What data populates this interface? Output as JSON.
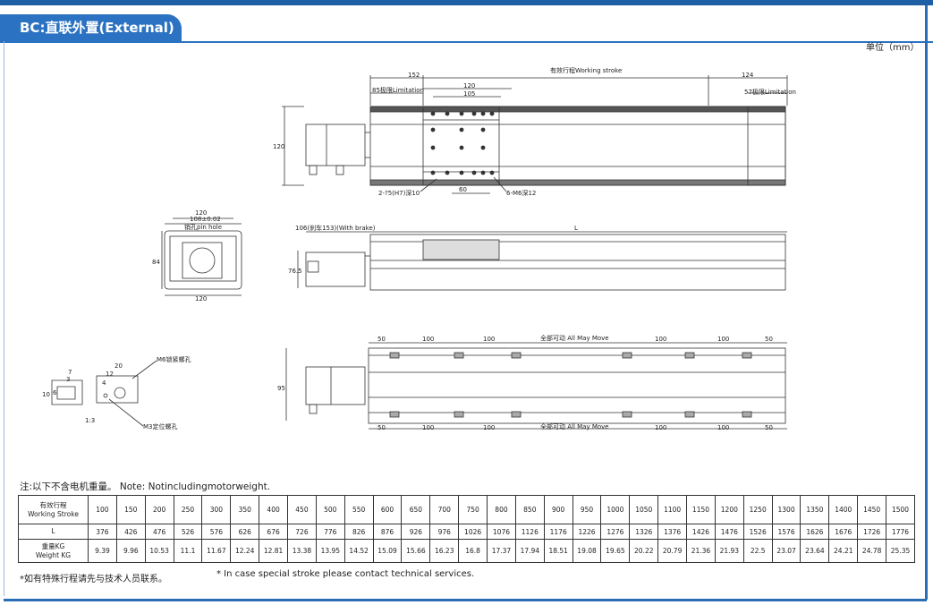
{
  "header": {
    "title": "BC:直联外置(External)"
  },
  "unit_label": "单位（mm）",
  "drawing": {
    "top_view": {
      "working_stroke": "有效行程Working stroke",
      "d152": "152",
      "d124": "124",
      "d120": "120",
      "d105": "105",
      "limit85": "85极限Limitation",
      "limit57": "57极限Limitation",
      "height120": "120",
      "d60": "60",
      "pin_hole": "2-?5(H7)深10",
      "tap_hole": "6-M6深12"
    },
    "end_view": {
      "w120_top": "120",
      "w108": "108±0.02",
      "pin_hole": "销孔pin hole",
      "h84": "84",
      "w120_bottom": "120"
    },
    "side_view": {
      "brake_label": "106(刹车153)(With brake)",
      "length_label": "L",
      "h76": "76.5"
    },
    "bottom_view": {
      "top_dims": [
        "50",
        "100",
        "100",
        "100",
        "100",
        "50"
      ],
      "bottom_dims": [
        "50",
        "100",
        "100",
        "100",
        "100",
        "50"
      ],
      "all_may_move_top": "全部可动 All May Move",
      "all_may_move_bottom": "全部可动 All May Move",
      "h95": "95"
    },
    "slot_detail": {
      "d7": "7",
      "d3": "3",
      "d10": "10",
      "d6": "6",
      "d20": "20",
      "d12": "12",
      "d4": "4",
      "scale": "1:3",
      "m6_label": "M6锁紧螺孔",
      "m3_label": "M3定位螺孔"
    }
  },
  "note_top": "注:以下不含电机重量。 Note: Notincludingmotorweight.",
  "table": {
    "row1_header": [
      "有效行程",
      "Working Stroke"
    ],
    "row2_header": "L",
    "row3_header": [
      "重量KG",
      "Weight KG"
    ],
    "stroke": [
      "100",
      "150",
      "200",
      "250",
      "300",
      "350",
      "400",
      "450",
      "500",
      "550",
      "600",
      "650",
      "700",
      "750",
      "800",
      "850",
      "900",
      "950",
      "1000",
      "1050",
      "1100",
      "1150",
      "1200",
      "1250",
      "1300",
      "1350",
      "1400",
      "1450",
      "1500"
    ],
    "L": [
      "376",
      "426",
      "476",
      "526",
      "576",
      "626",
      "676",
      "726",
      "776",
      "826",
      "876",
      "926",
      "976",
      "1026",
      "1076",
      "1126",
      "1176",
      "1226",
      "1276",
      "1326",
      "1376",
      "1426",
      "1476",
      "1526",
      "1576",
      "1626",
      "1676",
      "1726",
      "1776"
    ],
    "weight": [
      "9.39",
      "9.96",
      "10.53",
      "11.1",
      "11.67",
      "12.24",
      "12.81",
      "13.38",
      "13.95",
      "14.52",
      "15.09",
      "15.66",
      "16.23",
      "16.8",
      "17.37",
      "17.94",
      "18.51",
      "19.08",
      "19.65",
      "20.22",
      "20.79",
      "21.36",
      "21.93",
      "22.5",
      "23.07",
      "23.64",
      "24.21",
      "24.78",
      "25.35"
    ]
  },
  "note_bottom_cn": "*如有特殊行程请先与技术人员联系。",
  "note_bottom_en": "* In case special stroke please contact technical services."
}
